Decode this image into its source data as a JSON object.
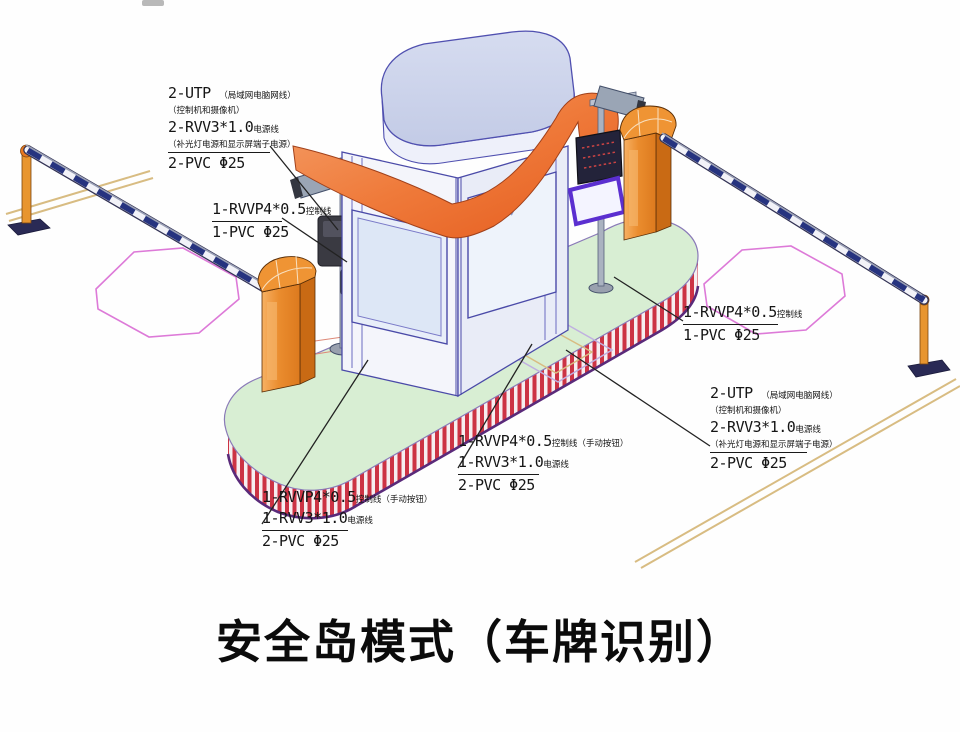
{
  "title": "安全岛模式（车牌识别）",
  "colors": {
    "island_green": "#d8eed3",
    "skirt_stripe_red": "#cc3344",
    "skirt_rim_purple": "#5a2a7a",
    "machine_orange": "#e8862a",
    "canopy_orange": "#e8571f",
    "loop_pink": "#dd7ad8",
    "arm_stripe_navy": "#26337f",
    "cable_tan": "#d8bc82",
    "booth_outline_blue": "#4a4aa8"
  },
  "labels": {
    "top_left": {
      "line1_main": "2-UTP",
      "line1_small": "（局域网电脑网线）",
      "line2_small": "（控制机和摄像机）",
      "line3_main": "2-RVV3*1.0",
      "line3_small": "电源线",
      "line4_small": "（补光灯电源和显示屏端子电源）",
      "conduit": "2-PVC Φ25"
    },
    "left": {
      "line1_main": "1-RVVP4*0.5",
      "line1_small": "控制线",
      "conduit": "1-PVC Φ25"
    },
    "right_mid": {
      "line1_main": "1-RVVP4*0.5",
      "line1_small": "控制线",
      "conduit": "1-PVC Φ25"
    },
    "right": {
      "line1_main": "2-UTP",
      "line1_small": "（局域网电脑网线）",
      "line2_small": "（控制机和摄像机）",
      "line3_main": "2-RVV3*1.0",
      "line3_small": "电源线",
      "line4_small": "（补光灯电源和显示屏端子电源）",
      "conduit": "2-PVC Φ25"
    },
    "center": {
      "line1_main": "1-RVVP4*0.5",
      "line1_small": "控制线（手动按钮）",
      "line2_main": "1-RVV3*1.0",
      "line2_small": "电源线",
      "conduit": "2-PVC Φ25"
    },
    "bottom_left": {
      "line1_main": "1-RVVP4*0.5",
      "line1_small": "控制线（手动按钮）",
      "line2_main": "1-RVV3*1.0",
      "line2_small": "电源线",
      "conduit": "2-PVC Φ25"
    }
  }
}
